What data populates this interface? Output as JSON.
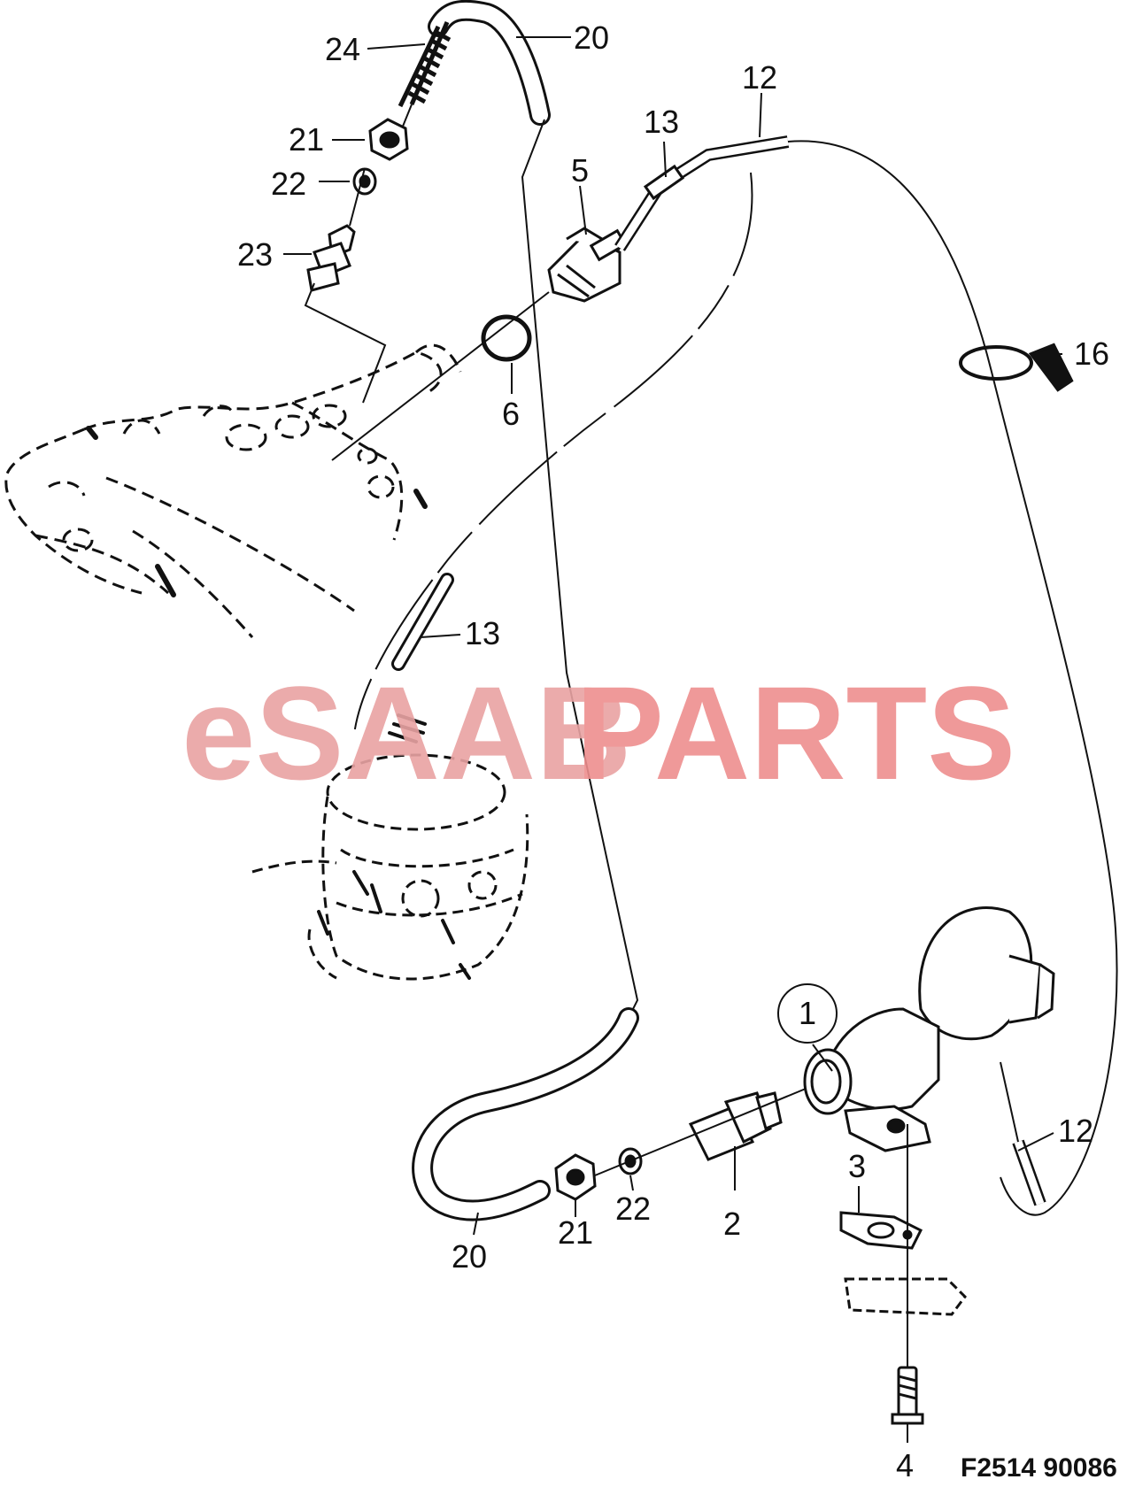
{
  "diagram": {
    "watermark": {
      "prefix": "eSAAB",
      "suffix": "PARTS",
      "prefix_color": "#e9a3a3",
      "suffix_color": "#ee8e8e"
    },
    "figure_code": "F2514  90086",
    "callouts": {
      "p24": "24",
      "p20_top": "20",
      "p21_top": "21",
      "p22_top": "22",
      "p23": "23",
      "p12_top": "12",
      "p13_top": "13",
      "p5": "5",
      "p6": "6",
      "p16": "16",
      "p13_mid": "13",
      "p1": "1",
      "p12_bottom": "12",
      "p3": "3",
      "p20_bottom": "20",
      "p21_bottom": "21",
      "p22_bottom": "22",
      "p2": "2",
      "p4": "4"
    }
  }
}
